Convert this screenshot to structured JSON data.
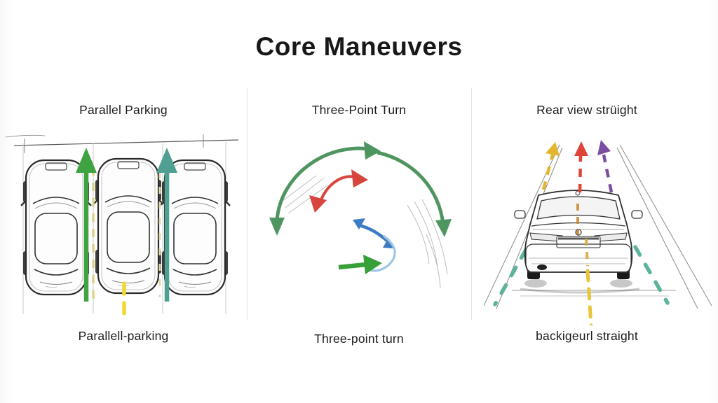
{
  "title": "Core Maneuvers",
  "panels": [
    {
      "id": "parallel-parking",
      "header": "Parallel Parking",
      "caption": "Parallell-parking"
    },
    {
      "id": "three-point-turn",
      "header": "Three-Point Turn",
      "caption": "Three-point turn"
    },
    {
      "id": "rear-view-straight",
      "header": "Rear view strüight",
      "caption": "backigeurl straight"
    }
  ],
  "icons": {
    "parallel_forward_arrow_left": "green-up-arrow",
    "parallel_forward_arrow_right": "teal-up-arrow",
    "parallel_lane_dashes": "yellow-dashed-line",
    "turn_outer_arc": "green-curved-arrow",
    "turn_reverse_arc": "red-double-arrow",
    "turn_pivot_arrow": "blue-double-arrow",
    "turn_forward_arrow": "green-right-arrow",
    "rear_left_arrow": "yellow-dashed-up-arrow",
    "rear_center_arrow": "red-dashed-up-arrow",
    "rear_right_arrow": "purple-dashed-up-arrow",
    "rear_lane_marks": "teal-dashes"
  },
  "colors": {
    "text": "#1b1b1b",
    "divider": "#e3e3e2",
    "green_arrow": "#3fa342",
    "teal_arrow": "#4f9f93",
    "pale_yellow_dash": "#ddd48a",
    "bright_yellow_dash": "#f2d832",
    "arc_green": "#4e9560",
    "arc_red": "#d8453c",
    "arc_blue": "#3d7cc4",
    "arc_lightblue": "#9cc6e6",
    "rear_yellow": "#e5b52e",
    "rear_red": "#e04438",
    "rear_purple": "#7b4fa0",
    "rear_teal": "#5cb49c",
    "sketch_ink": "#2a2a2a"
  }
}
